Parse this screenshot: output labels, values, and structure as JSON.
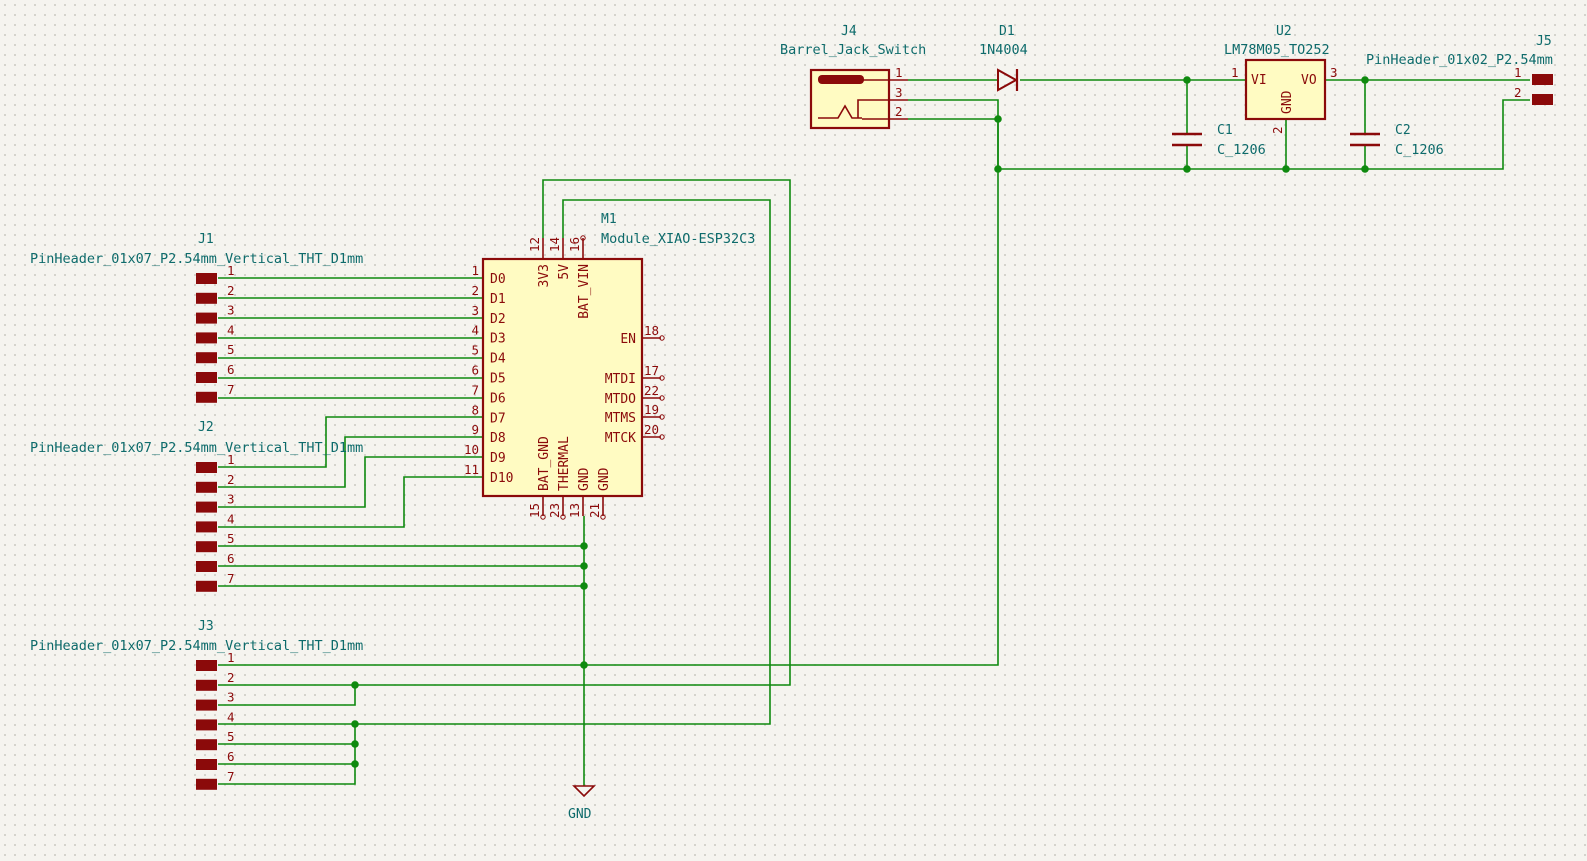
{
  "colors": {
    "wire": "#0f8a0f",
    "symbol": "#8b0a0a",
    "symbol_fill": "#fffbc2",
    "text": "#0d6b6b",
    "background": "#f5f4ef"
  },
  "components": {
    "j1": {
      "ref": "J1",
      "value": "PinHeader_01x07_P2.54mm_Vertical_THT_D1mm",
      "pins": [
        "1",
        "2",
        "3",
        "4",
        "5",
        "6",
        "7"
      ]
    },
    "j2": {
      "ref": "J2",
      "value": "PinHeader_01x07_P2.54mm_Vertical_THT_D1mm",
      "pins": [
        "1",
        "2",
        "3",
        "4",
        "5",
        "6",
        "7"
      ]
    },
    "j3": {
      "ref": "J3",
      "value": "PinHeader_01x07_P2.54mm_Vertical_THT_D1mm",
      "pins": [
        "1",
        "2",
        "3",
        "4",
        "5",
        "6",
        "7"
      ]
    },
    "j4": {
      "ref": "J4",
      "value": "Barrel_Jack_Switch",
      "pins": [
        "1",
        "3",
        "2"
      ]
    },
    "j5": {
      "ref": "J5",
      "value": "PinHeader_01x02_P2.54mm",
      "pins": [
        "1",
        "2"
      ]
    },
    "d1": {
      "ref": "D1",
      "value": "1N4004"
    },
    "u2": {
      "ref": "U2",
      "value": "LM78M05_TO252",
      "pin_vi": "VI",
      "pin_vo": "VO",
      "pin_gnd": "GND",
      "pin1": "1",
      "pin2": "2",
      "pin3": "3"
    },
    "c1": {
      "ref": "C1",
      "value": "C_1206"
    },
    "c2": {
      "ref": "C2",
      "value": "C_1206"
    },
    "m1": {
      "ref": "M1",
      "value": "Module_XIAO-ESP32C3",
      "left_pins": [
        {
          "num": "1",
          "name": "D0"
        },
        {
          "num": "2",
          "name": "D1"
        },
        {
          "num": "3",
          "name": "D2"
        },
        {
          "num": "4",
          "name": "D3"
        },
        {
          "num": "5",
          "name": "D4"
        },
        {
          "num": "6",
          "name": "D5"
        },
        {
          "num": "7",
          "name": "D6"
        },
        {
          "num": "8",
          "name": "D7"
        },
        {
          "num": "9",
          "name": "D8"
        },
        {
          "num": "10",
          "name": "D9"
        },
        {
          "num": "11",
          "name": "D10"
        }
      ],
      "top_pins": [
        {
          "num": "12",
          "name": "3V3"
        },
        {
          "num": "14",
          "name": "5V"
        },
        {
          "num": "16",
          "name": "BAT_VIN"
        }
      ],
      "right_pins": [
        {
          "num": "18",
          "name": "EN"
        },
        {
          "num": "17",
          "name": "MTDI"
        },
        {
          "num": "22",
          "name": "MTDO"
        },
        {
          "num": "19",
          "name": "MTMS"
        },
        {
          "num": "20",
          "name": "MTCK"
        }
      ],
      "bottom_pins": [
        {
          "num": "15",
          "name": "BAT_GND"
        },
        {
          "num": "23",
          "name": "THERMAL"
        },
        {
          "num": "13",
          "name": "GND"
        },
        {
          "num": "21",
          "name": "GND"
        }
      ]
    },
    "gnd": {
      "label": "GND"
    }
  }
}
